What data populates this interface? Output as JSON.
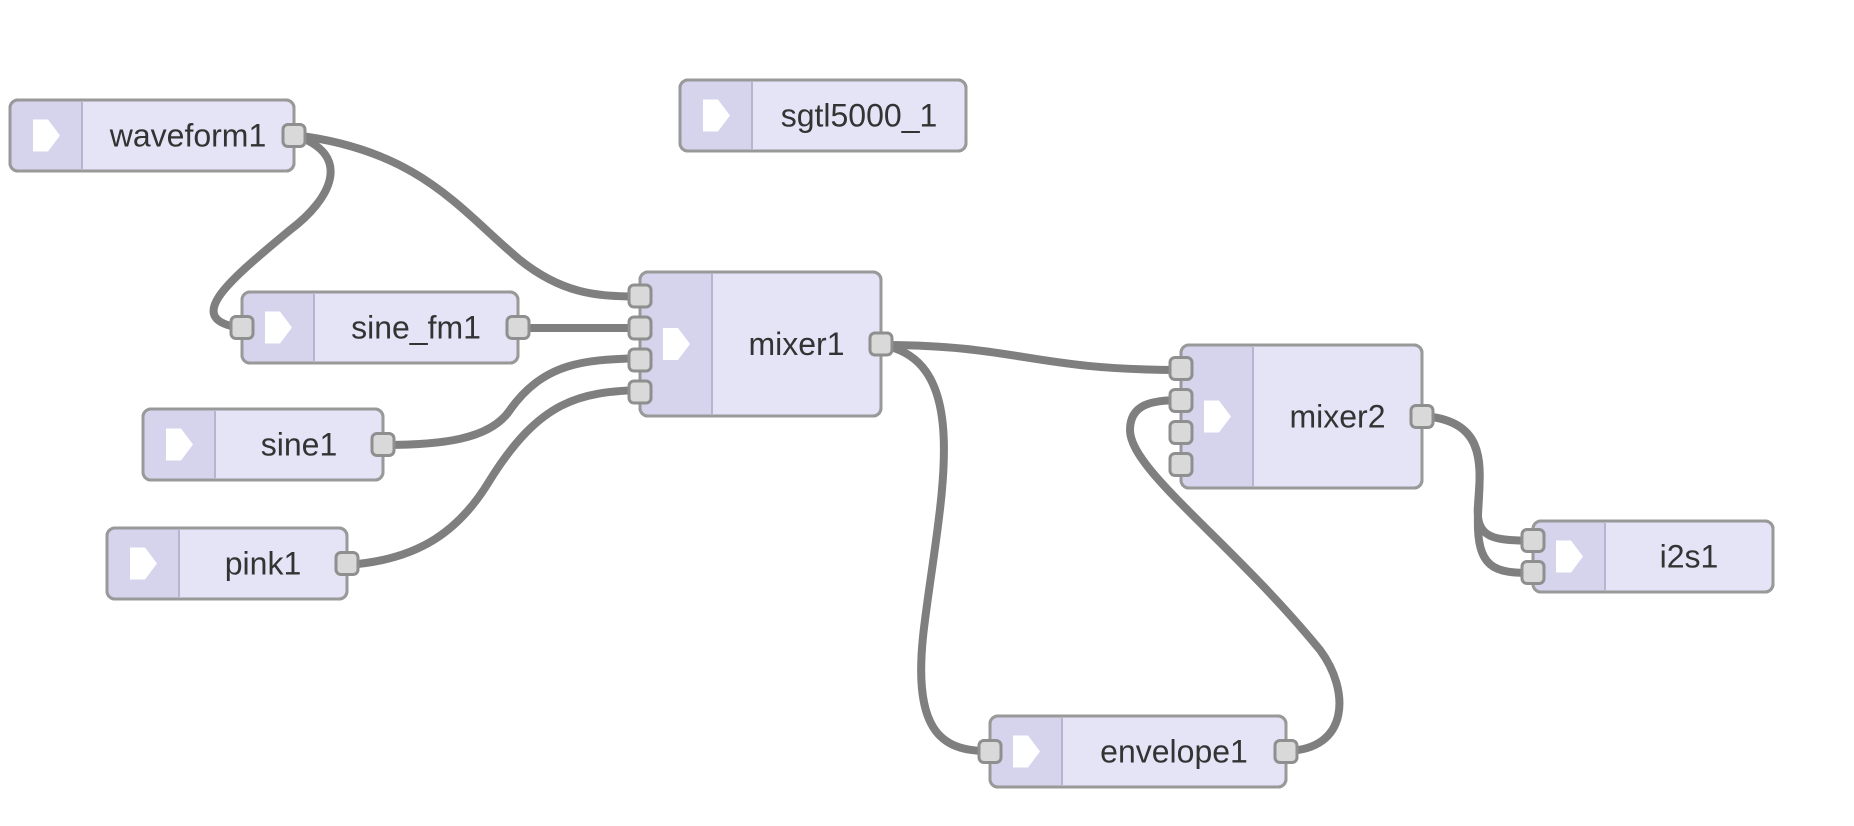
{
  "diagram": {
    "nodes": [
      {
        "id": "waveform1",
        "label": "waveform1"
      },
      {
        "id": "sgtl5000_1",
        "label": "sgtl5000_1"
      },
      {
        "id": "sine_fm1",
        "label": "sine_fm1"
      },
      {
        "id": "mixer1",
        "label": "mixer1"
      },
      {
        "id": "sine1",
        "label": "sine1"
      },
      {
        "id": "pink1",
        "label": "pink1"
      },
      {
        "id": "mixer2",
        "label": "mixer2"
      },
      {
        "id": "i2s1",
        "label": "i2s1"
      },
      {
        "id": "envelope1",
        "label": "envelope1"
      }
    ],
    "connections": [
      {
        "from": "waveform1",
        "from_port": 0,
        "to": "mixer1",
        "to_port": 0
      },
      {
        "from": "waveform1",
        "from_port": 0,
        "to": "sine_fm1",
        "to_port": 0
      },
      {
        "from": "sine_fm1",
        "from_port": 0,
        "to": "mixer1",
        "to_port": 1
      },
      {
        "from": "sine1",
        "from_port": 0,
        "to": "mixer1",
        "to_port": 2
      },
      {
        "from": "pink1",
        "from_port": 0,
        "to": "mixer1",
        "to_port": 3
      },
      {
        "from": "mixer1",
        "from_port": 0,
        "to": "mixer2",
        "to_port": 0
      },
      {
        "from": "mixer1",
        "from_port": 0,
        "to": "envelope1",
        "to_port": 0
      },
      {
        "from": "envelope1",
        "from_port": 0,
        "to": "mixer2",
        "to_port": 1
      },
      {
        "from": "mixer2",
        "from_port": 0,
        "to": "i2s1",
        "to_port": 0
      },
      {
        "from": "mixer2",
        "from_port": 0,
        "to": "i2s1",
        "to_port": 1
      }
    ]
  }
}
